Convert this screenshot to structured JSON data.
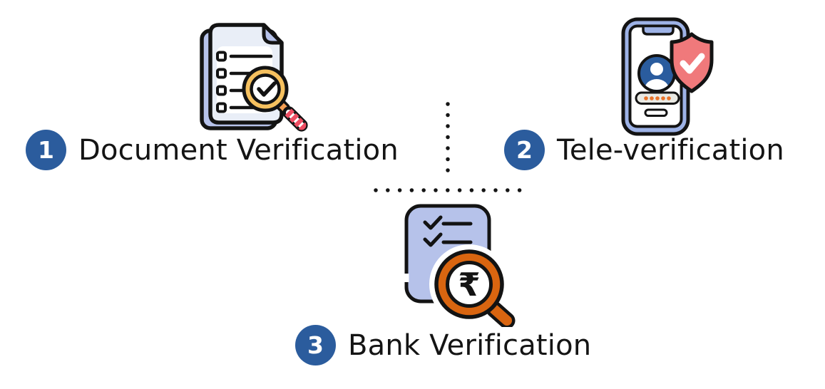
{
  "figure": {
    "type": "three-step-verification-process-diagram",
    "background": "#ffffff"
  },
  "steps": [
    {
      "number": "1",
      "label": "Document Verification",
      "icon": "document-checklist-magnifier-check-icon"
    },
    {
      "number": "2",
      "label": "Tele-verification",
      "icon": "phone-avatar-otp-shield-check-icon"
    },
    {
      "number": "3",
      "label": "Bank Verification",
      "icon": "document-checklist-rupee-magnifier-icon"
    }
  ],
  "symbols": {
    "rupee": "₹"
  },
  "connectors": {
    "style": "dotted",
    "color": "#151515"
  },
  "colors": {
    "badge_blue": "#2b5c9d",
    "label_text": "#141414",
    "outline_black": "#131313",
    "periwinkle_page": "#b6c2ea",
    "front_page_light": "#e9eef7",
    "phone_body_blue": "#9db2e6",
    "avatar_blue": "#2a5c9e",
    "shield_red": "#f0797b",
    "magnifier_gold": "#f6c15f",
    "handle_stripe_red": "#ee4d62",
    "handle_connector_orange": "#f5a054",
    "magnifier_orange": "#d96510",
    "otp_dot_orange": "#e8732a",
    "otp_field_gray": "#e9e9e3"
  }
}
